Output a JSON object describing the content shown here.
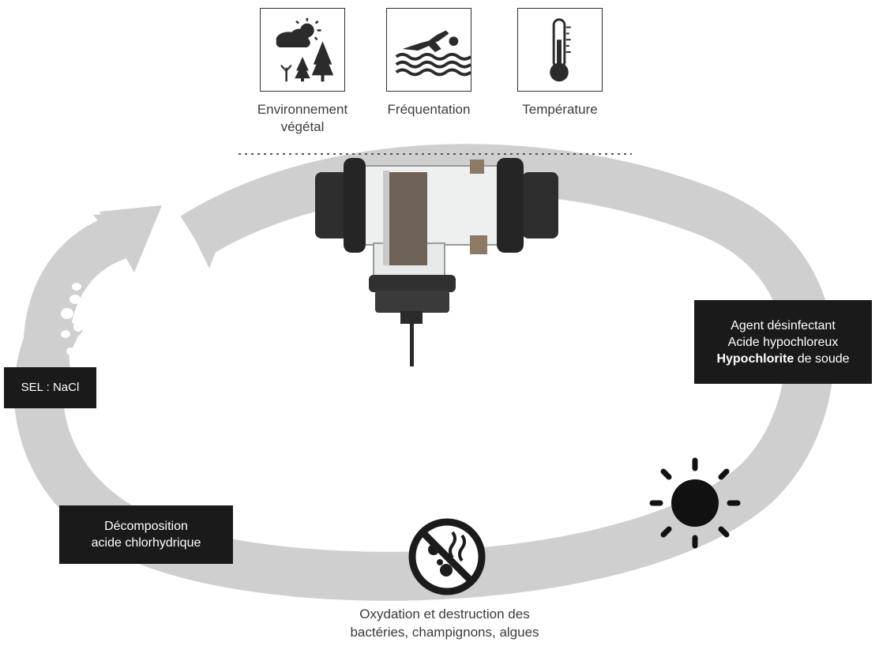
{
  "factors": [
    {
      "icon": "weather-trees-icon",
      "line1": "Environnement",
      "line2": "végétal"
    },
    {
      "icon": "swimmer-icon",
      "line1": "Fréquentation",
      "line2": ""
    },
    {
      "icon": "thermometer-icon",
      "line1": "Température",
      "line2": ""
    }
  ],
  "salt_label": "SEL : NaCl",
  "disinfectant": {
    "line1": "Agent désinfectant",
    "line2": "Acide hypochloreux",
    "line3_bold": "Hypochlorite",
    "line3_rest": " de soude"
  },
  "decomposition": {
    "line1": "Décomposition",
    "line2": "acide chlorhydrique"
  },
  "oxidation": {
    "line1": "Oxydation et destruction des",
    "line2": "bactéries, champignons, algues"
  },
  "icons": {
    "sun": "sun-icon",
    "no_microbes": "no-microbes-icon",
    "salt_cell": "salt-electrolysis-cell",
    "salt_crystals": "salt-crystals-icon"
  },
  "colors": {
    "cycle_arrow": "#cfcfcf",
    "dark_box": "#1a1a1a",
    "icon_dark": "#2b2b2b"
  }
}
